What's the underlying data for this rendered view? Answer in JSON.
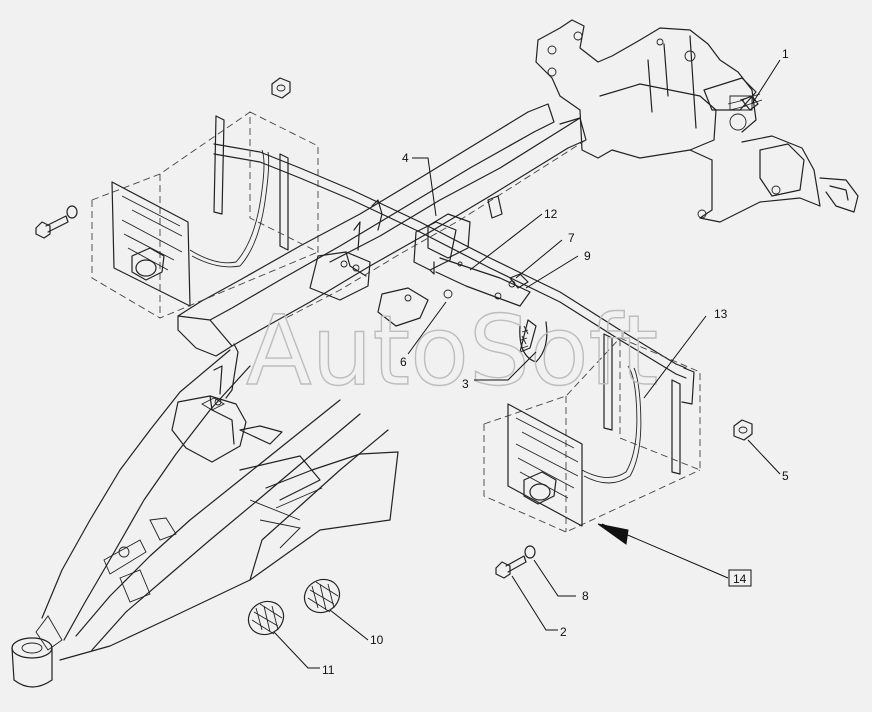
{
  "diagram": {
    "watermark": "AutoSoft",
    "callouts": [
      {
        "id": "c1",
        "label": "1"
      },
      {
        "id": "c2",
        "label": "2"
      },
      {
        "id": "c3",
        "label": "3"
      },
      {
        "id": "c4",
        "label": "4"
      },
      {
        "id": "c5",
        "label": "5"
      },
      {
        "id": "c6",
        "label": "6"
      },
      {
        "id": "c7",
        "label": "7"
      },
      {
        "id": "c8",
        "label": "8"
      },
      {
        "id": "c9",
        "label": "9"
      },
      {
        "id": "c10",
        "label": "10"
      },
      {
        "id": "c11",
        "label": "11"
      },
      {
        "id": "c12",
        "label": "12"
      },
      {
        "id": "c13",
        "label": "13"
      }
    ],
    "view_reference": {
      "label": "14"
    }
  }
}
